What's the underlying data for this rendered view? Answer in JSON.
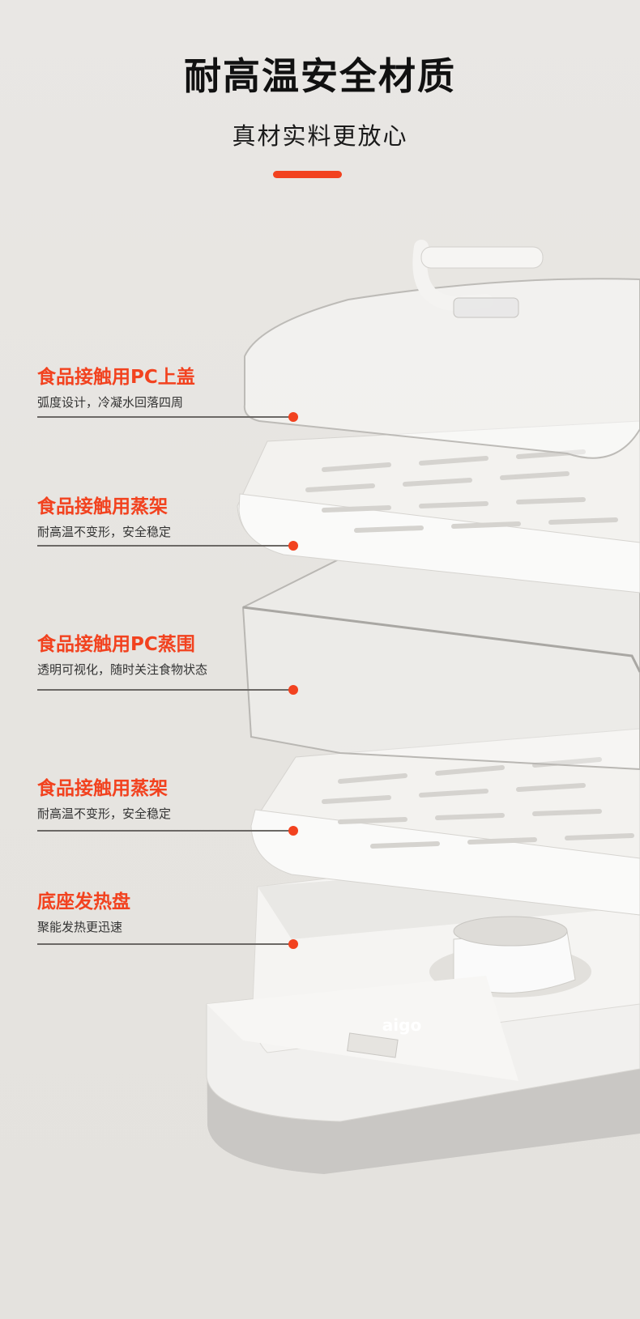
{
  "header": {
    "title": "耐高温安全材质",
    "subtitle": "真材实料更放心"
  },
  "features": [
    {
      "title": "食品接触用PC上盖",
      "desc": "弧度设计，冷凝水回落四周"
    },
    {
      "title": "食品接触用蒸架",
      "desc": "耐高温不变形，安全稳定"
    },
    {
      "title": "食品接触用PC蒸围",
      "desc": "透明可视化，随时关注食物状态"
    },
    {
      "title": "食品接触用蒸架",
      "desc": "耐高温不变形，安全稳定"
    },
    {
      "title": "底座发热盘",
      "desc": "聚能发热更迅速"
    }
  ],
  "product": {
    "brand_logo": "aigo"
  },
  "colors": {
    "accent": "#f2421f",
    "background": "#e8e6e3"
  }
}
